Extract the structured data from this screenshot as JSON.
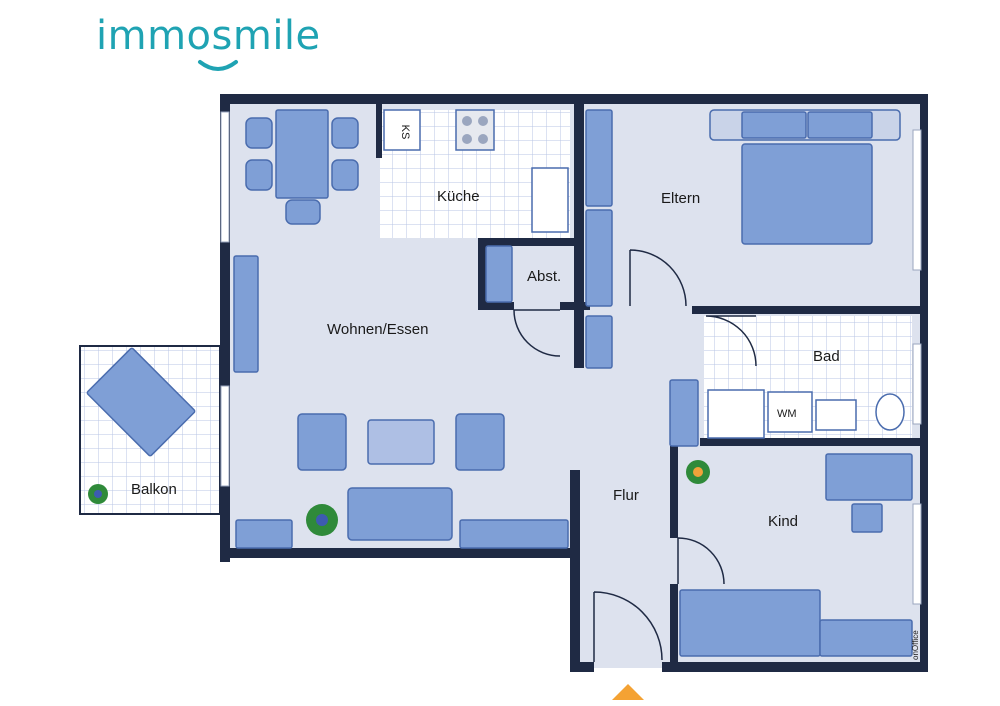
{
  "brand": {
    "name": "immosmile",
    "color": "#1fa3b3"
  },
  "rooms": {
    "kueche": "Küche",
    "eltern": "Eltern",
    "abst": "Abst.",
    "wohnen": "Wohnen/Essen",
    "bad": "Bad",
    "balkon": "Balkon",
    "flur": "Flur",
    "kind": "Kind"
  },
  "appliances": {
    "ks": "KS",
    "wm": "WM"
  },
  "credit": "onOffice",
  "colors": {
    "wall": "#1f2a44",
    "floor": "#dde2ee",
    "furniture": "#7f9fd6",
    "furniture_edge": "#4a6cae",
    "tile_line": "#b9c6e4",
    "entrance_arrow": "#f4a233"
  }
}
